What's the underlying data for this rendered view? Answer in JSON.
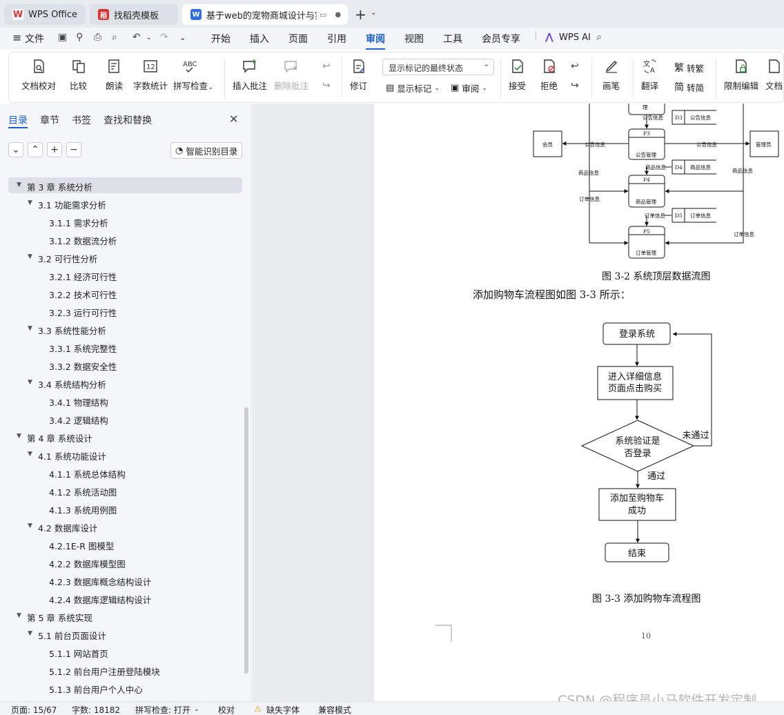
{
  "tabs": {
    "t1": "WPS Office",
    "t2": "找稻壳模板",
    "t3": "基于web的宠物商城设计与实现"
  },
  "menu": {
    "file": "文件",
    "items": [
      "开始",
      "插入",
      "页面",
      "引用",
      "审阅",
      "视图",
      "工具",
      "会员专享"
    ],
    "ai": "WPS AI"
  },
  "ribbon": {
    "doc_check": "文档校对",
    "compare": "比较",
    "read": "朗读",
    "word_count": "字数统计",
    "spell": "拼写检查",
    "insert_comment": "插入批注",
    "delete_comment": "删除批注",
    "revise": "修订",
    "markup_state": "显示标记的最终状态",
    "show_markup": "显示标记",
    "review": "审阅",
    "accept": "接受",
    "reject": "拒绝",
    "pen": "画笔",
    "translate": "翻译",
    "to_trad": "转繁",
    "to_simp": "转简",
    "restrict": "限制编辑",
    "doc_more": "文档"
  },
  "nav": {
    "tabs": [
      "目录",
      "章节",
      "书签",
      "查找和替换"
    ],
    "smart": "智能识别目录",
    "toc": [
      {
        "t": "第 3 章  系统分析",
        "lvl": 1,
        "sel": true
      },
      {
        "t": "3.1 功能需求分析",
        "lvl": 2
      },
      {
        "t": "3.1.1 需求分析",
        "lvl": 3
      },
      {
        "t": "3.1.2 数据流分析",
        "lvl": 3
      },
      {
        "t": "3.2 可行性分析",
        "lvl": 2
      },
      {
        "t": "3.2.1 经济可行性",
        "lvl": 3
      },
      {
        "t": "3.2.2 技术可行性",
        "lvl": 3
      },
      {
        "t": "3.2.3  运行可行性",
        "lvl": 3
      },
      {
        "t": "3.3  系统性能分析",
        "lvl": 2
      },
      {
        "t": "3.3.1 系统完整性",
        "lvl": 3
      },
      {
        "t": "3.3.2 数据安全性",
        "lvl": 3
      },
      {
        "t": "3.4 系统结构分析",
        "lvl": 2
      },
      {
        "t": "3.4.1 物理结构",
        "lvl": 3
      },
      {
        "t": "3.4.2 逻辑结构",
        "lvl": 3
      },
      {
        "t": "第 4 章  系统设计",
        "lvl": 1
      },
      {
        "t": "4.1  系统功能设计",
        "lvl": 2
      },
      {
        "t": "4.1.1 系统总体结构",
        "lvl": 3
      },
      {
        "t": "4.1.2 系统活动图",
        "lvl": 3
      },
      {
        "t": "4.1.3 系统用例图",
        "lvl": 3
      },
      {
        "t": "4.2 数据库设计",
        "lvl": 2
      },
      {
        "t": "4.2.1E-R 图模型",
        "lvl": 3
      },
      {
        "t": "4.2.2 数据库模型图",
        "lvl": 3
      },
      {
        "t": "4.2.3 数据库概念结构设计",
        "lvl": 3
      },
      {
        "t": "4.2.4 数据库逻辑结构设计",
        "lvl": 3
      },
      {
        "t": "第 5 章  系统实现",
        "lvl": 1
      },
      {
        "t": "5.1 前台页面设计",
        "lvl": 2
      },
      {
        "t": "5.1.1 网站首页",
        "lvl": 3
      },
      {
        "t": "5.1.2 前台用户注册登陆模块",
        "lvl": 3
      },
      {
        "t": "5.1.3 前台用户个人中心",
        "lvl": 3
      }
    ]
  },
  "doc": {
    "dfd": {
      "top": "理",
      "d3": "D3",
      "d3l": "公告信息",
      "p3": "P3",
      "p3l": "公告管理",
      "ann1": "公告信息",
      "ann2": "公告信息",
      "ann3": "公告信息",
      "member": "会员",
      "admin": "管理员",
      "goods1": "商品信息",
      "goods2": "商品信息",
      "goods3": "商品信息",
      "d4": "D4",
      "d4l": "商品信息",
      "p4": "P4",
      "p4l": "商品管理",
      "ord1": "订单信息",
      "ord2": "订单信息",
      "ord3": "订单信息",
      "d5": "D5",
      "d5l": "订单信息",
      "p5": "P5",
      "p5l": "订单管理"
    },
    "cap1": "图 3-2  系统顶层数据流图",
    "para": "添加购物车流程图如图 3-3 所示：",
    "flow": {
      "login": "登录系统",
      "detail1": "进入详细信息",
      "detail2": "页面点击购买",
      "verify1": "系统验证是",
      "verify2": "否登录",
      "fail": "未通过",
      "pass": "通过",
      "add1": "添加至购物车",
      "add2": "成功",
      "end": "结束"
    },
    "cap2": "图 3-3  添加购物车流程图",
    "page_no": "10",
    "watermark": "CSDN @程序员小马软件开发定制"
  },
  "status": {
    "page": "页面: 15/67",
    "words": "字数: 18182",
    "spell": "拼写检查: 打开",
    "proof": "校对",
    "missing_font": "缺失字体",
    "compat": "兼容模式"
  }
}
